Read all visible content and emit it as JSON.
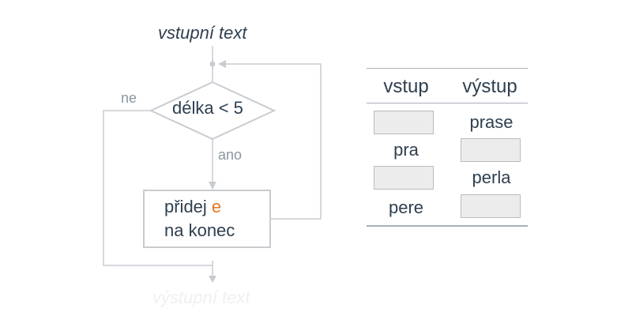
{
  "flowchart": {
    "input_label": "vstupní text",
    "condition": "délka < 5",
    "branch_no": "ne",
    "branch_yes": "ano",
    "action_prefix": "přidej ",
    "action_letter": "e",
    "action_line2": "na konec",
    "output_label": "výstupní text",
    "colors": {
      "text": "#2e3f4f",
      "line": "#c8ccd0",
      "accent": "#e8741e",
      "label": "#8c969e"
    }
  },
  "table": {
    "headers": [
      "vstup",
      "výstup"
    ],
    "rows": [
      {
        "input": "",
        "output": "prase"
      },
      {
        "input": "pra",
        "output": ""
      },
      {
        "input": "",
        "output": "perla"
      },
      {
        "input": "pere",
        "output": ""
      }
    ]
  }
}
